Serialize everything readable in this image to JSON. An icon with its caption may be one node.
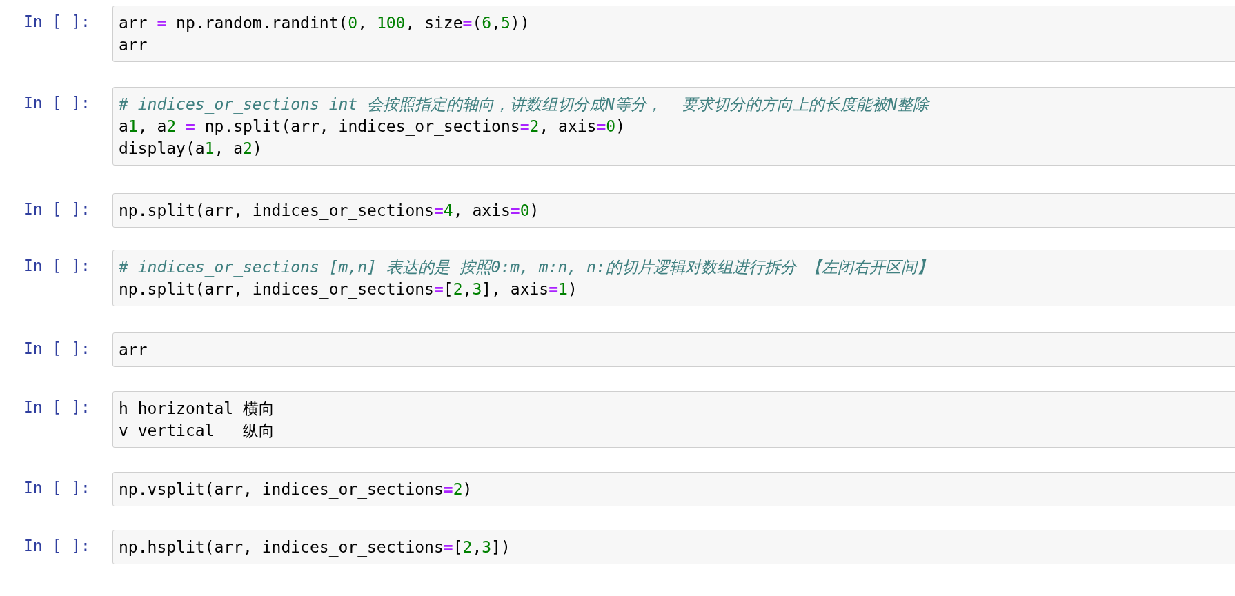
{
  "diagram": {
    "nodes": [
      {
        "text": [
          "arr = np.random.randint(0, 100, size=(6,5))",
          "arr"
        ],
        "beside": [
          "In [ ]:"
        ]
      },
      {
        "text": [
          "# indices_or_sections int 会按照指定的轴向，讲数组切分成N等分，  要求切分的方向上的长度能被N整除",
          "a1, a2 = np.split(arr, indices_or_sections=2, axis=0)",
          "display(a1, a2)"
        ],
        "beside": [
          "In [ ]:"
        ]
      },
      {
        "text": [
          "np.split(arr, indices_or_sections=4, axis=0)"
        ],
        "beside": [
          "In [ ]:"
        ]
      },
      {
        "text": [
          "# indices_or_sections [m,n] 表达的是 按照0:m, m:n, n:的切片逻辑对数组进行拆分 【左闭右开区间】",
          "np.split(arr, indices_or_sections=[2,3], axis=1)"
        ],
        "beside": [
          "In [ ]:"
        ]
      },
      {
        "text": [
          "arr"
        ],
        "beside": [
          "In [ ]:"
        ]
      },
      {
        "text": [
          "h horizontal 横向",
          "v vertical   纵向"
        ],
        "beside": [
          "In [ ]:"
        ]
      },
      {
        "text": [
          "np.vsplit(arr, indices_or_sections=2)"
        ],
        "beside": [
          "In [ ]:"
        ]
      },
      {
        "text": [
          "np.hsplit(arr, indices_or_sections=[2,3])"
        ],
        "beside": [
          "In [ ]:"
        ]
      }
    ]
  }
}
